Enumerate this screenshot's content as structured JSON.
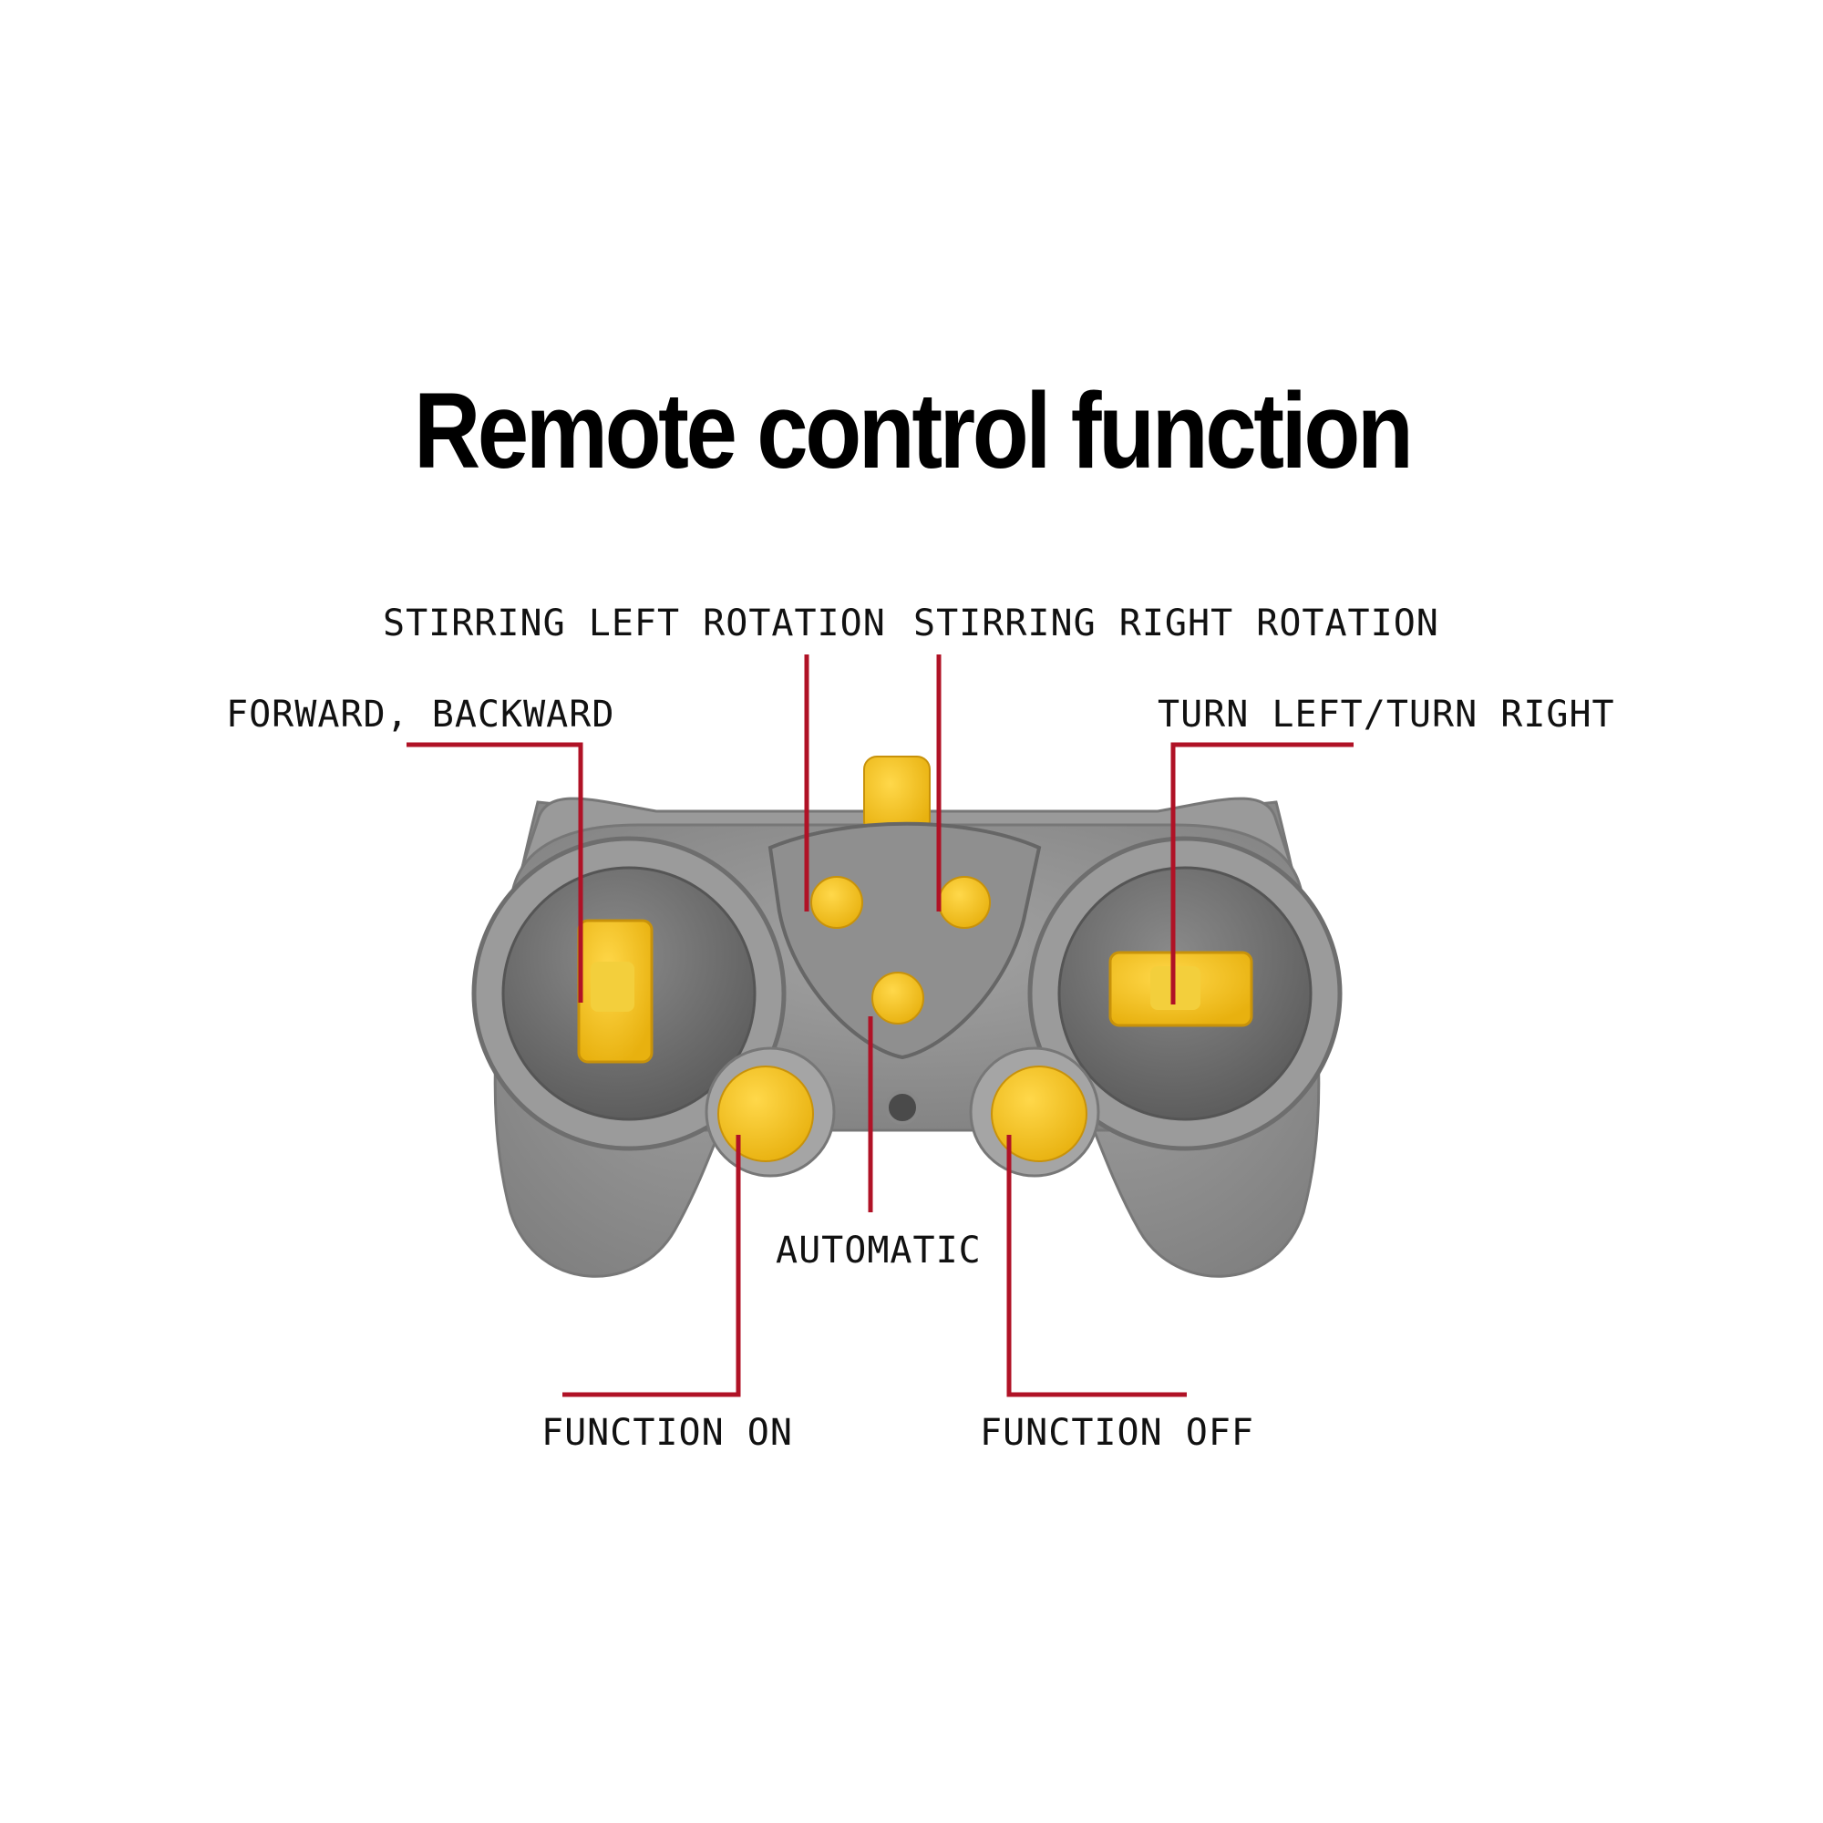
{
  "title": "Remote control function",
  "colors": {
    "leader_line": "#b01226",
    "controller_body": "#8d8d8d",
    "controller_dark": "#666666",
    "button_yellow": "#f5c21c"
  },
  "labels": {
    "stirring_left": "STIRRING LEFT ROTATION",
    "stirring_right": "STIRRING RIGHT ROTATION",
    "forward_backward": "FORWARD, BACKWARD",
    "turn_left_right": "TURN LEFT/TURN RIGHT",
    "automatic": "AUTOMATIC",
    "function_on": "FUNCTION ON",
    "function_off": "FUNCTION OFF"
  }
}
